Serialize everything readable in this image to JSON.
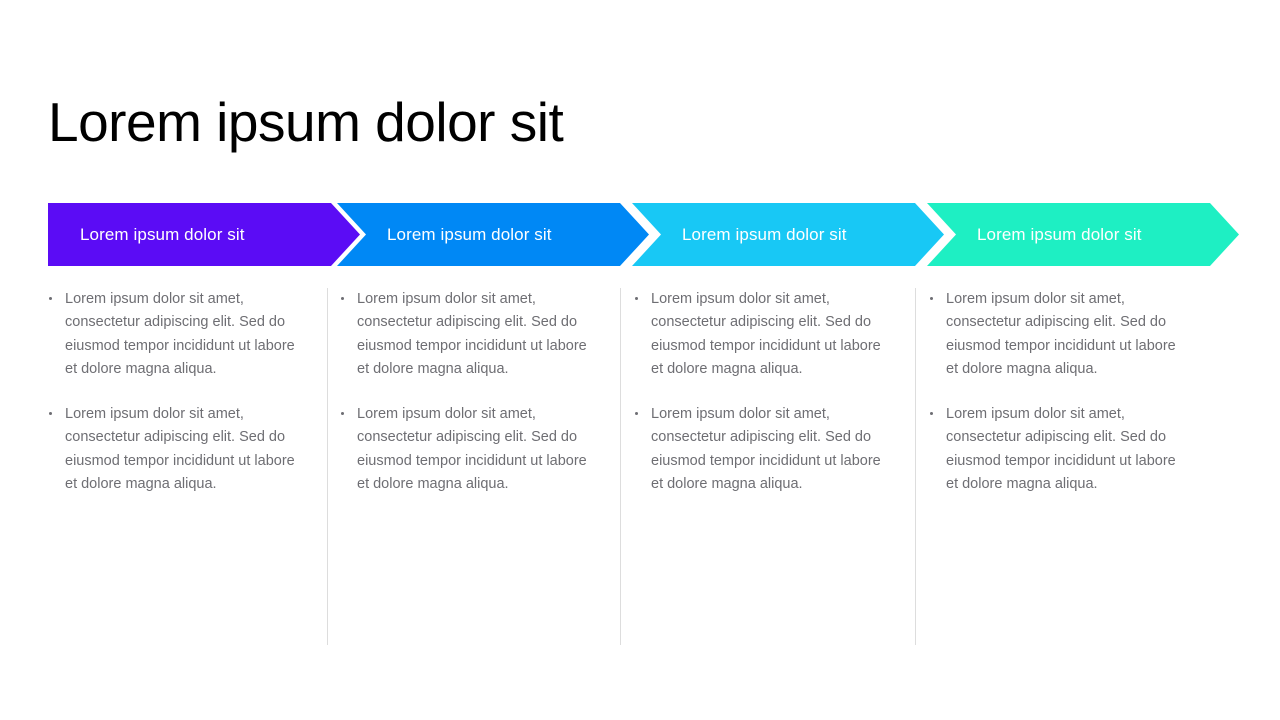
{
  "slide": {
    "title": "Lorem ipsum dolor sit",
    "background_color": "#ffffff",
    "title_color": "#000000",
    "body_text_color": "#6e6e73",
    "divider_color": "#dddddd"
  },
  "chevrons": [
    {
      "label": "Lorem ipsum dolor sit",
      "color": "#5b0cf5",
      "text_color": "#ffffff"
    },
    {
      "label": "Lorem ipsum dolor sit",
      "color": "#0088f5",
      "text_color": "#ffffff"
    },
    {
      "label": "Lorem ipsum dolor sit",
      "color": "#18c8f5",
      "text_color": "#ffffff"
    },
    {
      "label": "Lorem ipsum dolor sit",
      "color": "#1eefc3",
      "text_color": "#ffffff"
    }
  ],
  "columns": [
    {
      "bullets": [
        "Lorem ipsum dolor sit amet, consectetur adipiscing elit. Sed do eiusmod tempor incididunt ut labore et dolore magna aliqua.",
        "Lorem ipsum dolor sit amet, consectetur adipiscing elit. Sed do eiusmod tempor incididunt ut labore et dolore magna aliqua."
      ]
    },
    {
      "bullets": [
        "Lorem ipsum dolor sit amet, consectetur adipiscing elit. Sed do eiusmod tempor incididunt ut labore et dolore magna aliqua.",
        "Lorem ipsum dolor sit amet, consectetur adipiscing elit. Sed do eiusmod tempor incididunt ut labore et dolore magna aliqua."
      ]
    },
    {
      "bullets": [
        "Lorem ipsum dolor sit amet, consectetur adipiscing elit. Sed do eiusmod tempor incididunt ut labore et dolore magna aliqua.",
        "Lorem ipsum dolor sit amet, consectetur adipiscing elit. Sed do eiusmod tempor incididunt ut labore et dolore magna aliqua."
      ]
    },
    {
      "bullets": [
        "Lorem ipsum dolor sit amet, consectetur adipiscing elit. Sed do eiusmod tempor incididunt ut labore et dolore magna aliqua.",
        "Lorem ipsum dolor sit amet, consectetur adipiscing elit. Sed do eiusmod tempor incididunt ut labore et dolore magna aliqua."
      ]
    }
  ]
}
